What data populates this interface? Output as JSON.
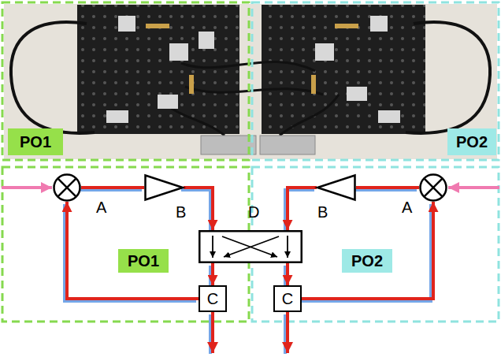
{
  "diagram": {
    "nodes": [
      {
        "text": [
          "PO1"
        ]
      },
      {
        "text": [
          "PO2"
        ]
      },
      {
        "text": [
          "A"
        ]
      },
      {
        "text": [
          "B"
        ]
      },
      {
        "text": [
          "D"
        ]
      },
      {
        "text": [
          "B"
        ]
      },
      {
        "text": [
          "A"
        ]
      },
      {
        "text": [
          "PO1"
        ]
      },
      {
        "text": [
          "PO2"
        ]
      },
      {
        "text": [
          "C"
        ]
      },
      {
        "text": [
          "C"
        ]
      }
    ],
    "edges": [
      {
        "from": 2,
        "to": 3,
        "arrow": "none"
      },
      {
        "from": 3,
        "to": 4,
        "arrow": "to"
      },
      {
        "from": 4,
        "to": 9,
        "arrow": "to"
      },
      {
        "from": 9,
        "to": 2,
        "arrow": "to"
      },
      {
        "from": 6,
        "to": 5,
        "arrow": "none"
      },
      {
        "from": 5,
        "to": 4,
        "arrow": "to"
      },
      {
        "from": 4,
        "to": 10,
        "arrow": "to"
      },
      {
        "from": 10,
        "to": 6,
        "arrow": "to"
      }
    ]
  }
}
